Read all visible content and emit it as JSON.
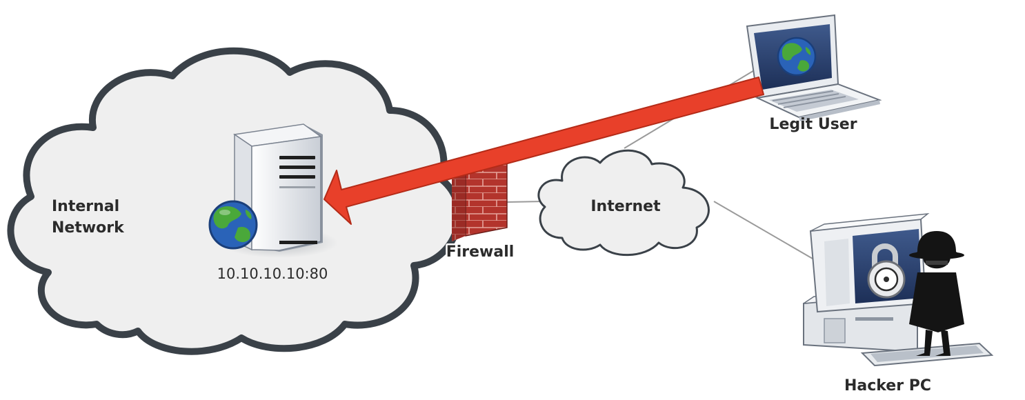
{
  "diagram": {
    "internal_network_label": [
      "Internal",
      "Network"
    ],
    "server_address": "10.10.10.10:80",
    "firewall_label": "Firewall",
    "internet_label": "Internet",
    "legit_user_label": "Legit User",
    "hacker_pc_label": "Hacker PC"
  },
  "colors": {
    "arrow": "#e8402a",
    "cloud_fill": "#efefef",
    "cloud_stroke": "#3a4148",
    "brick": "#b3342c",
    "globe_ocean": "#2a63b8",
    "globe_land": "#4aa83a"
  },
  "icons": [
    "server-icon",
    "globe-icon",
    "firewall-icon",
    "laptop-icon",
    "desktop-pc-icon",
    "padlock-icon",
    "hacker-figure-icon"
  ]
}
